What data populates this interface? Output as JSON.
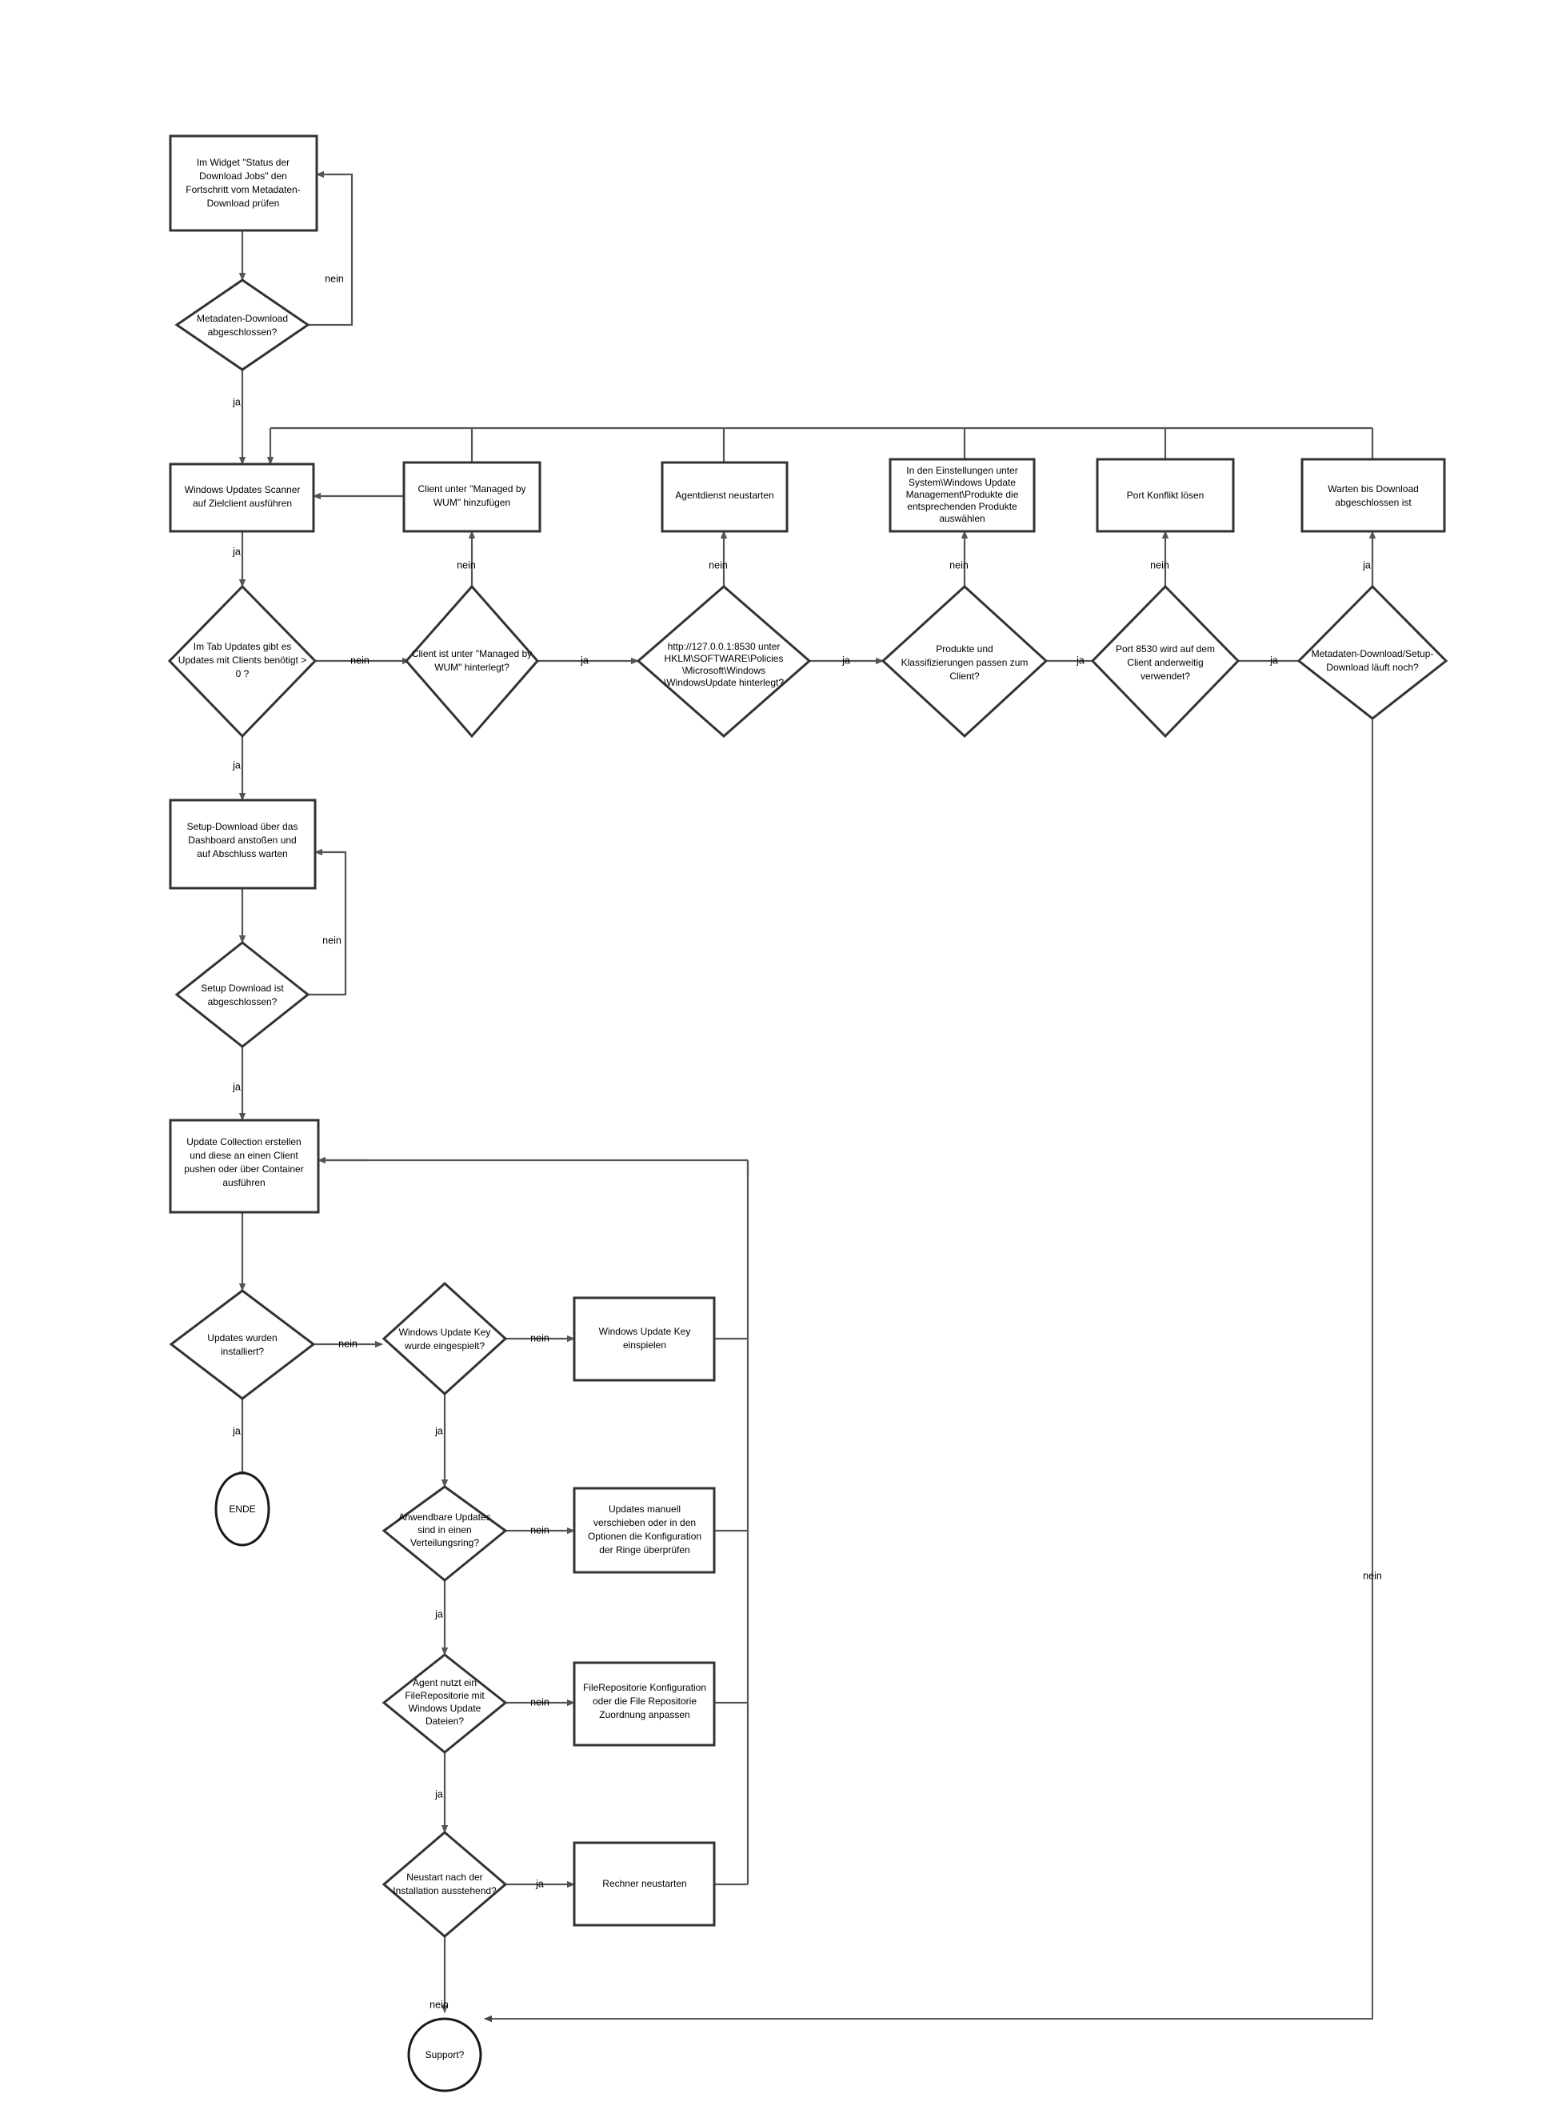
{
  "diagram": {
    "type": "flowchart",
    "title": "Windows Update Management Troubleshooting Flowchart",
    "language": "de",
    "colors": {
      "background": "#ffffff",
      "shape_stroke": "#333333",
      "edge_stroke": "#555555",
      "text": "#000000"
    }
  },
  "nodes": {
    "check_metadata_progress": {
      "kind": "process",
      "lines": [
        "Im Widget \"Status der",
        "Download Jobs\" den",
        "Fortschritt vom Metadaten-",
        "Download prüfen"
      ]
    },
    "metadata_download_done": {
      "kind": "decision",
      "lines": [
        "Metadaten-Download",
        "abgeschlossen?"
      ]
    },
    "run_scanner": {
      "kind": "process",
      "lines": [
        "Windows Updates Scanner",
        "auf Zielclient ausführen"
      ]
    },
    "add_client_wum": {
      "kind": "process",
      "lines": [
        "Client unter \"Managed by",
        "WUM\" hinzufügen"
      ]
    },
    "restart_agent_service": {
      "kind": "process",
      "lines": [
        "Agentdienst neustarten"
      ]
    },
    "select_products_settings": {
      "kind": "process",
      "lines": [
        "In den Einstellungen unter",
        "System\\Windows Update",
        "Management\\Produkte die",
        "entsprechenden Produkte",
        "auswählen"
      ]
    },
    "resolve_port_conflict": {
      "kind": "process",
      "lines": [
        "Port Konflikt lösen"
      ]
    },
    "wait_download_complete": {
      "kind": "process",
      "lines": [
        "Warten bis Download",
        "abgeschlossen ist"
      ]
    },
    "updates_tab_gt_zero": {
      "kind": "decision",
      "lines": [
        "Im Tab Updates gibt es",
        "Updates mit Clients benötigt >",
        "0 ?"
      ]
    },
    "client_under_wum": {
      "kind": "decision",
      "lines": [
        "Client ist unter \"Managed by",
        "WUM\" hinterlegt?"
      ]
    },
    "registry_url_set": {
      "kind": "decision",
      "lines": [
        "http://127.0.0.1:8530 unter",
        "HKLM\\SOFTWARE\\Policies",
        "\\Microsoft\\Windows",
        "\\WindowsUpdate hinterlegt?"
      ]
    },
    "products_match_client": {
      "kind": "decision",
      "lines": [
        "Produkte und",
        "Klassifizierungen passen zum",
        "Client?"
      ]
    },
    "port_8530_in_use": {
      "kind": "decision",
      "lines": [
        "Port 8530 wird auf dem",
        "Client anderweitig",
        "verwendet?"
      ]
    },
    "download_still_running": {
      "kind": "decision",
      "lines": [
        "Metadaten-Download/Setup-",
        "Download läuft noch?"
      ]
    },
    "start_setup_download": {
      "kind": "process",
      "lines": [
        "Setup-Download über das",
        "Dashboard anstoßen und",
        "auf Abschluss warten"
      ]
    },
    "setup_download_done": {
      "kind": "decision",
      "lines": [
        "Setup Download ist",
        "abgeschlossen?"
      ]
    },
    "create_update_collection": {
      "kind": "process",
      "lines": [
        "Update Collection erstellen",
        "und diese an einen Client",
        "pushen oder über Container",
        "ausführen"
      ]
    },
    "updates_installed": {
      "kind": "decision",
      "lines": [
        "Updates wurden",
        "installiert?"
      ]
    },
    "ende": {
      "kind": "terminator",
      "lines": [
        "ENDE"
      ]
    },
    "wu_key_applied": {
      "kind": "decision",
      "lines": [
        "Windows Update Key",
        "wurde eingespielt?"
      ]
    },
    "apply_wu_key": {
      "kind": "process",
      "lines": [
        "Windows Update Key",
        "einspielen"
      ]
    },
    "updates_in_ring": {
      "kind": "decision",
      "lines": [
        "Anwendbare Updates",
        "sind in einen",
        "Verteilungsring?"
      ]
    },
    "move_updates_manually": {
      "kind": "process",
      "lines": [
        "Updates manuell",
        "verschieben oder in den",
        "Optionen die Konfiguration",
        "der Ringe überprüfen"
      ]
    },
    "agent_uses_filerepo": {
      "kind": "decision",
      "lines": [
        "Agent nutzt ein",
        "FileRepositorie mit",
        "Windows Update",
        "Dateien?"
      ]
    },
    "adjust_filerepo": {
      "kind": "process",
      "lines": [
        "FileRepositorie Konfiguration",
        "oder die File Repositorie",
        "Zuordnung anpassen"
      ]
    },
    "restart_pending": {
      "kind": "decision",
      "lines": [
        "Neustart nach der",
        "Installation ausstehend?"
      ]
    },
    "restart_computer": {
      "kind": "process",
      "lines": [
        "Rechner neustarten"
      ]
    },
    "support": {
      "kind": "terminator",
      "lines": [
        "Support?"
      ]
    }
  },
  "edge_labels": {
    "metadata_loop_nein": "nein",
    "metadata_ja": "ja",
    "scanner_ja": "ja",
    "updates_tab_nein": "nein",
    "client_wum_nein": "nein",
    "client_wum_ja": "ja",
    "registry_nein": "nein",
    "registry_ja": "ja",
    "products_nein": "nein",
    "products_ja": "ja",
    "port_nein": "nein",
    "port_ja": "ja",
    "download_running_ja": "ja",
    "download_running_nein": "nein",
    "setup_loop_nein": "nein",
    "setup_ja": "ja",
    "updates_installed_nein": "nein",
    "updates_installed_ja": "ja",
    "wu_key_nein": "nein",
    "wu_key_ja": "ja",
    "ring_nein": "nein",
    "ring_ja": "ja",
    "filerepo_nein": "nein",
    "filerepo_ja": "ja",
    "restart_ja": "ja",
    "restart_nein": "nein"
  }
}
